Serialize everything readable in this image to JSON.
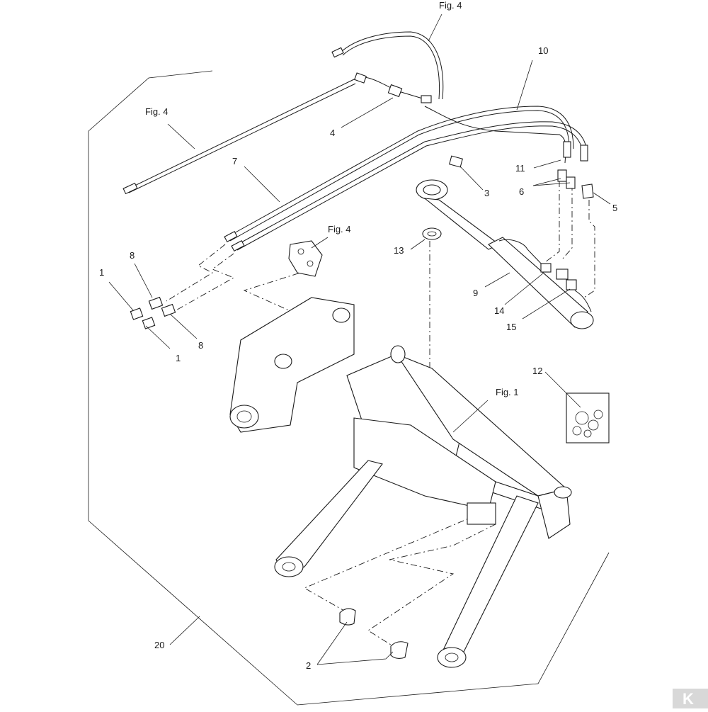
{
  "labels": {
    "fig4_top": "Fig. 4",
    "fig4_left": "Fig. 4",
    "fig4_mid": "Fig. 4",
    "fig1": "Fig. 1",
    "p1a": "1",
    "p1b": "1",
    "p2": "2",
    "p3": "3",
    "p4": "4",
    "p5": "5",
    "p6": "6",
    "p7": "7",
    "p8a": "8",
    "p8b": "8",
    "p9": "9",
    "p10": "10",
    "p11": "11",
    "p12": "12",
    "p13": "13",
    "p14": "14",
    "p15": "15",
    "p20": "20"
  },
  "watermark": {
    "logo": "K",
    "icon": "brand-logo-icon"
  }
}
